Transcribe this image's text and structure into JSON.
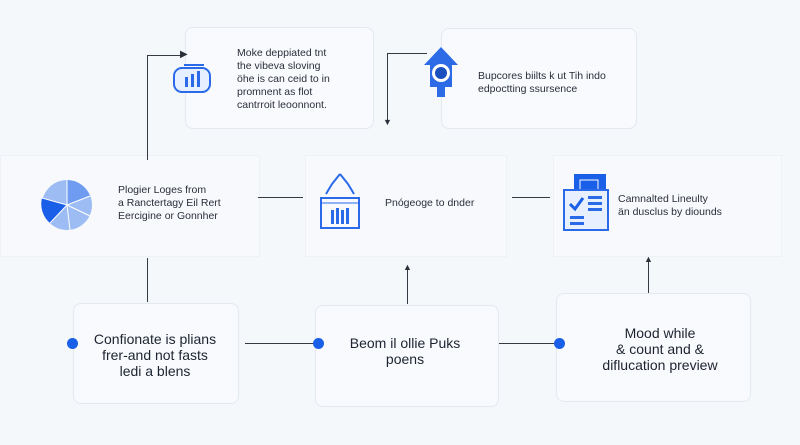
{
  "top": [
    {
      "text": "Moke deppiated tnt\nthe vibeva sloving\nöhe is can ceid to in\npromnent as flot\ncantrroit leoonnont."
    },
    {
      "text": "Bupcores biilts k ut Tih indo\nedpoctting ssursence"
    }
  ],
  "middle": [
    {
      "text": "Plogier Loges from\na Ranctertagy Eil Rert\nEercigine or Gonnher"
    },
    {
      "text": "Pnógeoge to dnder"
    },
    {
      "text": "Camnalted Lineulty\nän dusclus by diounds"
    }
  ],
  "bottom": [
    {
      "text": "Confionate is plians\nfrer-and not fasts\nledi a blens"
    },
    {
      "text": "Beom il ollie Puks\npoens"
    },
    {
      "text": "Mood while\n& count and &\ndiflucation preview"
    }
  ],
  "colors": {
    "accent": "#1a5fe8",
    "line": "#333a44"
  }
}
